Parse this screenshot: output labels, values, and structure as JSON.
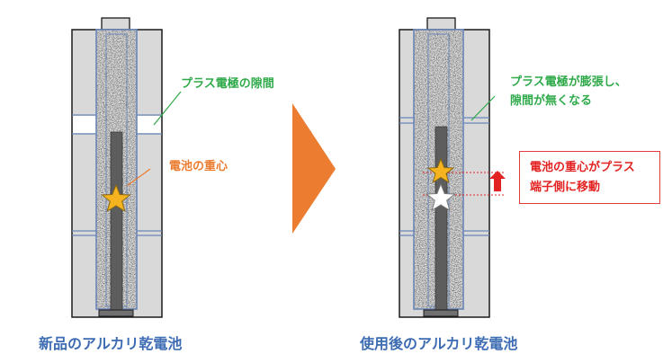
{
  "colors": {
    "shell": "#d9d9d9",
    "outline": "#1a1a1a",
    "separator": "#6a86b8",
    "rod": "#5d5d5d",
    "green": "#2faa4a",
    "orange": "#ec7c30",
    "red": "#e32222",
    "blue_caption": "#3d6cb2",
    "star_gold": "#f5b320"
  },
  "arrow_icon": "right-chevron-arrow",
  "new_battery": {
    "caption": "新品のアルカリ乾電池",
    "gap_label": "プラス電極の隙間",
    "center_label": "電池の重心"
  },
  "used_battery": {
    "caption": "使用後のアルカリ乾電池",
    "gap_label_1": "プラス電極が膨張し、",
    "gap_label_2": "隙間が無くなる",
    "shift_label_1": "電池の重心がプラス",
    "shift_label_2": "端子側に移動"
  }
}
